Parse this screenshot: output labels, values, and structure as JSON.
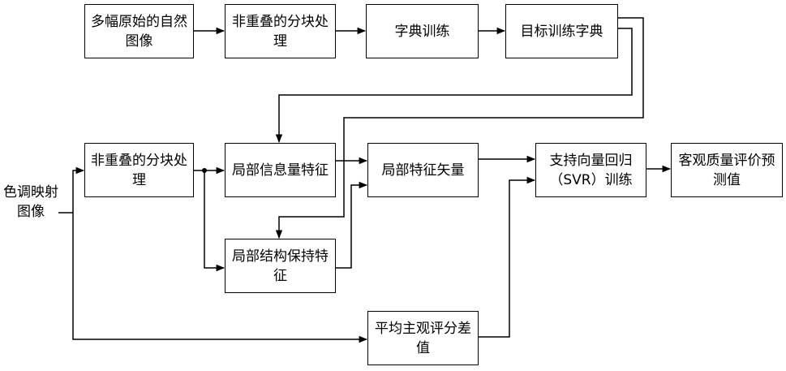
{
  "input_label": "色调映射\n图像",
  "nodes": {
    "source_images": "多幅原始的自然图像",
    "block_top": "非重叠的分块处理",
    "dict_training": "字典训练",
    "target_dict": "目标训练字典",
    "block_mid": "非重叠的分块处理",
    "local_info": "局部信息量特征",
    "local_struct": "局部结构保持特征",
    "feature_vector": "局部特征矢量",
    "svr": "支持向量回归（SVR）训练",
    "mos": "平均主观评分差值",
    "prediction": "客观质量评价预测值"
  }
}
